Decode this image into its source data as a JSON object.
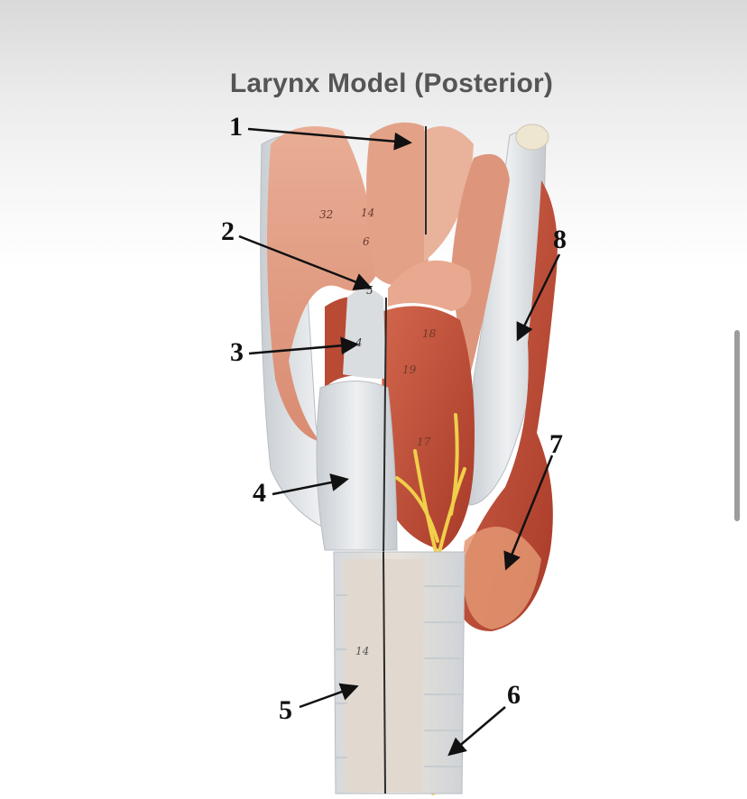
{
  "title": "Larynx Model (Posterior)",
  "callouts": [
    "1",
    "2",
    "3",
    "4",
    "5",
    "6",
    "7",
    "8"
  ],
  "model_numbers": [
    "32",
    "14",
    "6",
    "5",
    "4",
    "18",
    "19",
    "17",
    "14"
  ],
  "colors": {
    "cartilage": "#dcdfe2",
    "muscle_pink": "#e7a58c",
    "muscle_red": "#c4513a",
    "nerve": "#f0cf4a",
    "trachea": "#e6e1db",
    "arrow": "#111111"
  }
}
